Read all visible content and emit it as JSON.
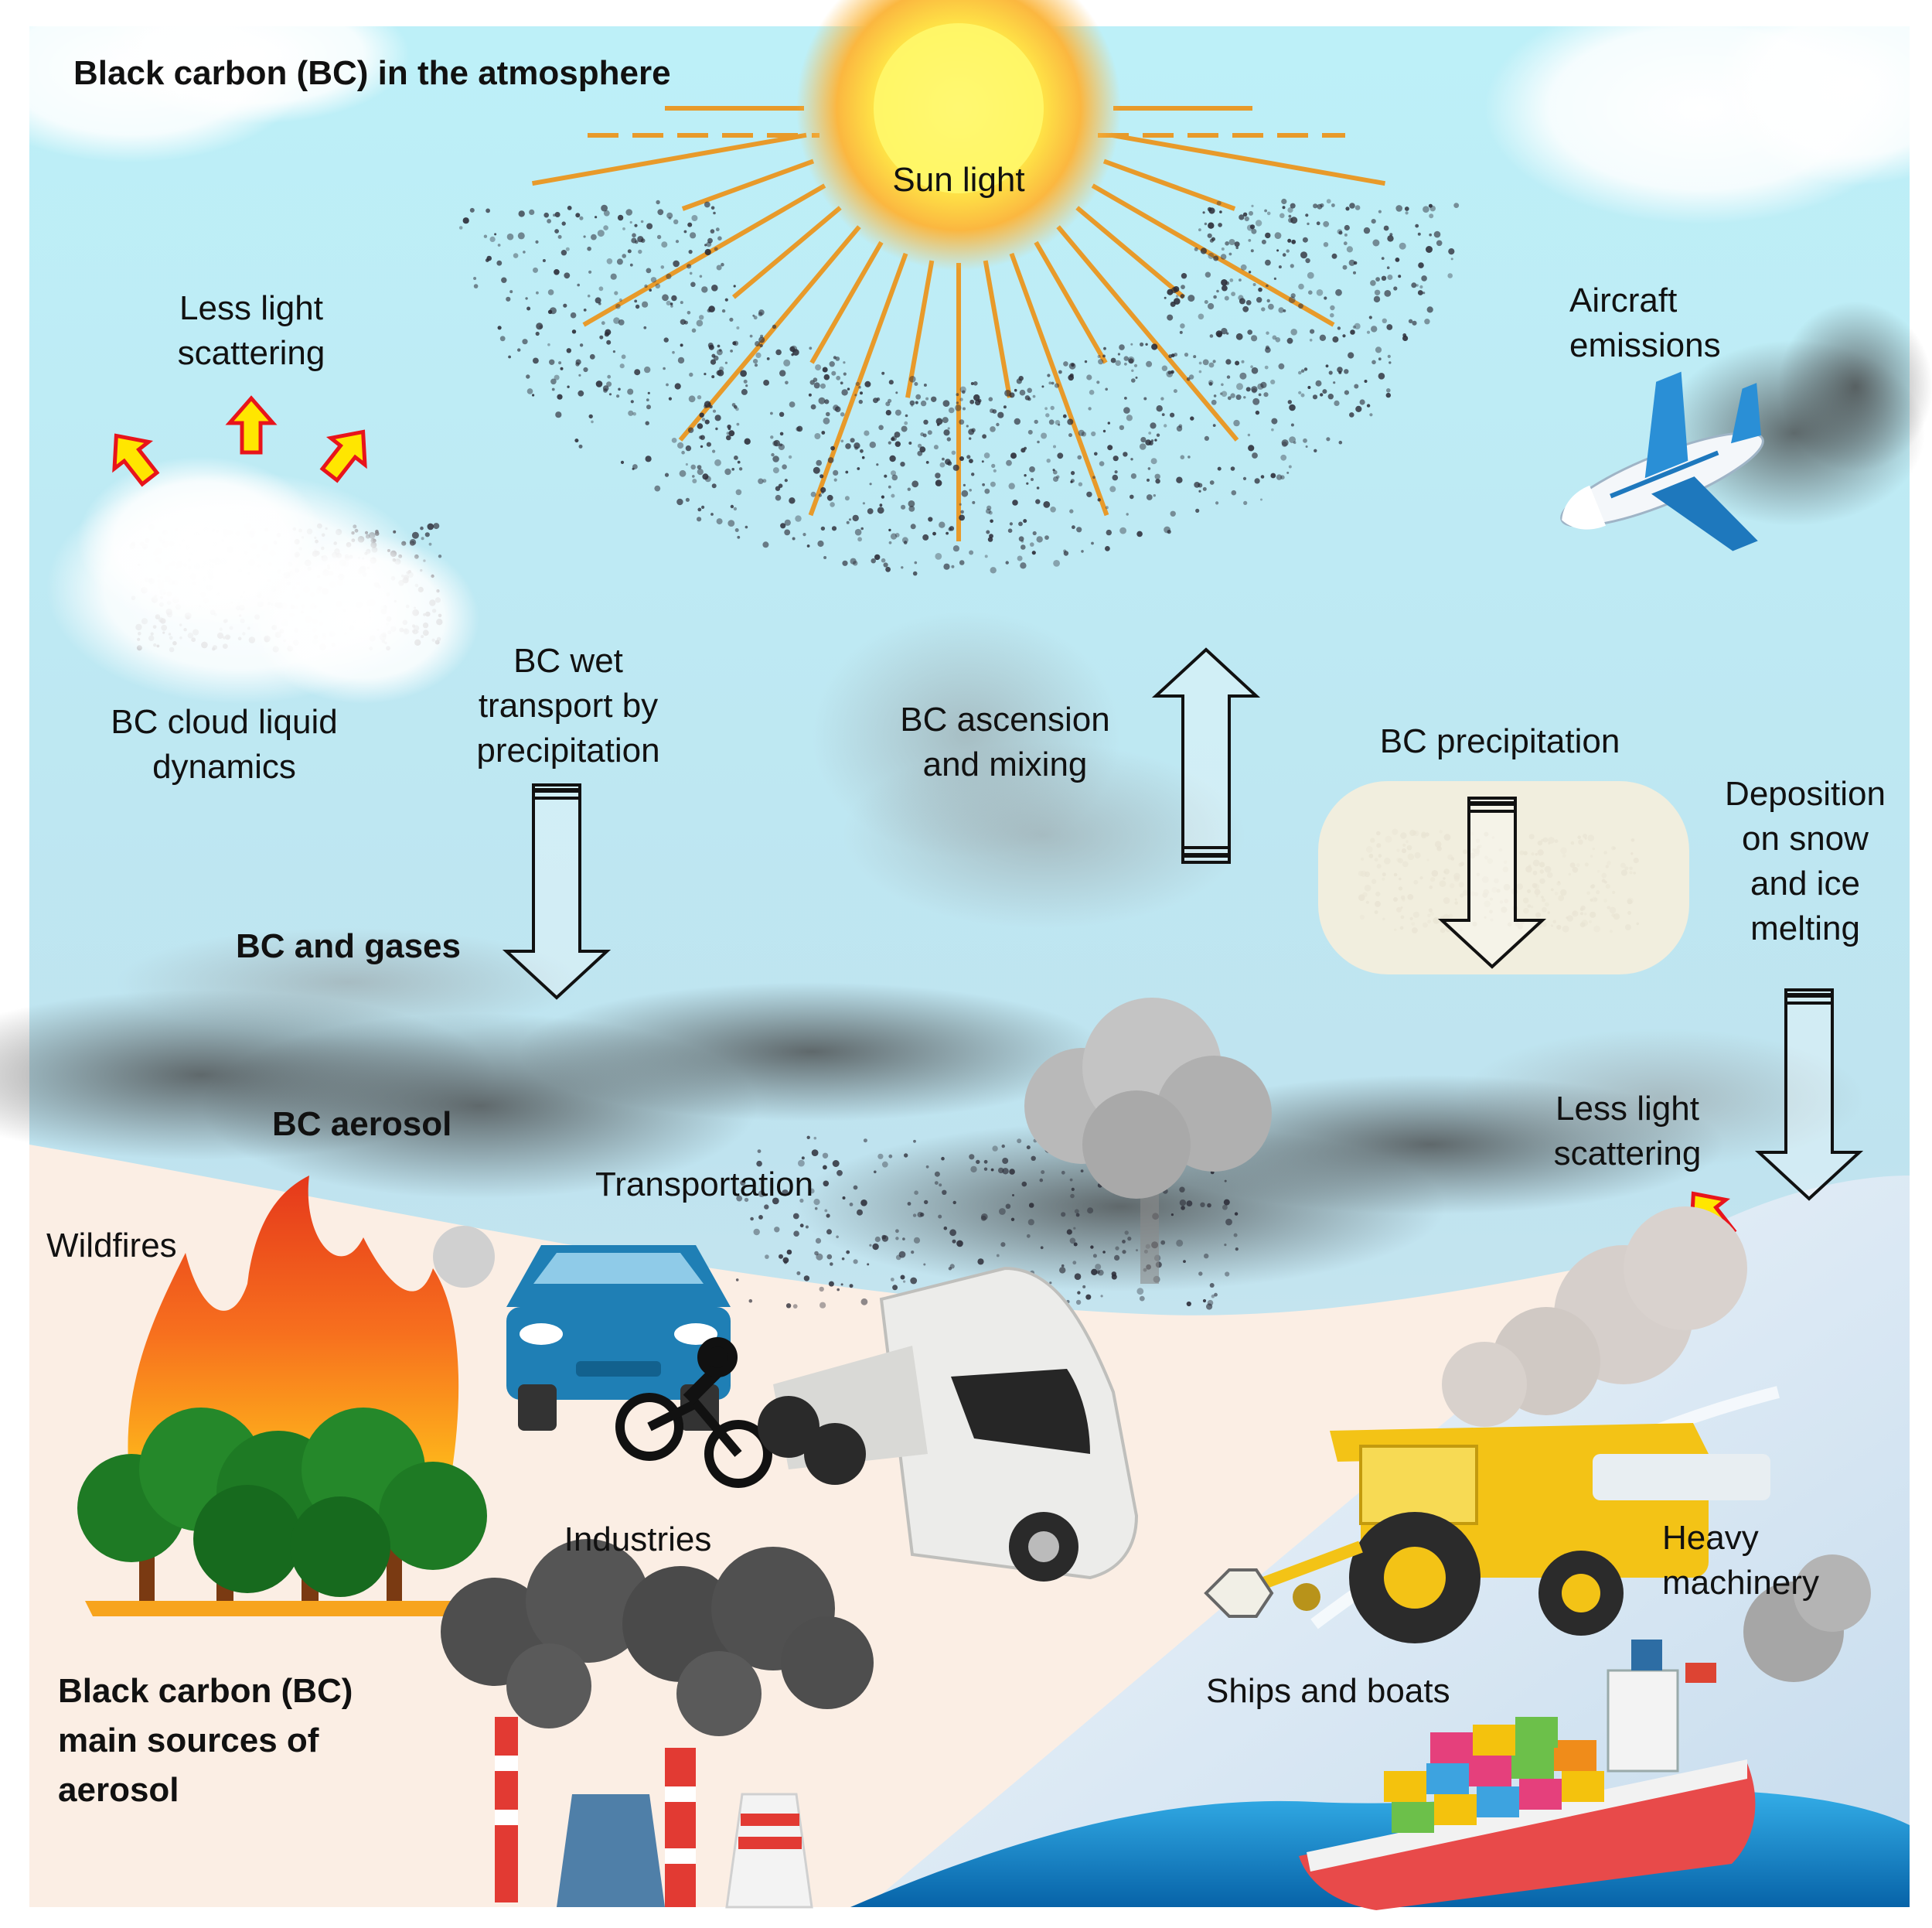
{
  "labels": {
    "title_atmosphere": "Black carbon (BC) in the atmosphere",
    "sun_light": "Sun light",
    "less_light_scattering_top": "Less light\nscattering",
    "aircraft_emissions": "Aircraft\nemissions",
    "bc_cloud_liquid_dynamics": "BC cloud liquid\ndynamics",
    "bc_wet_transport": "BC wet\ntransport by\nprecipitation",
    "bc_ascension_mixing": "BC ascension\nand mixing",
    "bc_precipitation": "BC precipitation",
    "deposition_snow_ice": "Deposition\non snow\nand ice\nmelting",
    "bc_and_gases": "BC and gases",
    "bc_aerosol": "BC aerosol",
    "transportation": "Transportation",
    "less_light_scattering_right": "Less light\nscattering",
    "wildfires": "Wildfires",
    "industries": "Industries",
    "heavy_machinery": "Heavy\nmachinery",
    "ships_and_boats": "Ships and boats",
    "title_sources": "Black carbon (BC)\nmain sources of\naerosol"
  },
  "colors": {
    "sky_top": "#bdf0f8",
    "sky_bottom": "#cfe6ee",
    "ground": "#fbeee4",
    "snow": "#dbe9f4",
    "sea": "#0a86c9",
    "sun_core": "#fff36a",
    "sun_glow": "#f6a23a",
    "ray": "#e89a2a",
    "smoke": "#4a4a4a",
    "flame": "#f15a1e",
    "tree": "#1e7a24",
    "car": "#1f7fb5",
    "harvester": "#f3c316",
    "arrow_yellow": "#ffe600",
    "arrow_red": "#e8141b"
  },
  "icons": [
    "sun-icon",
    "airplane-icon",
    "wildfire-icon",
    "car-icon",
    "motorcycle-icon",
    "truck-icon",
    "factory-chimneys-icon",
    "harvester-icon",
    "ship-icon",
    "cloud-icon",
    "smoke-icon"
  ]
}
